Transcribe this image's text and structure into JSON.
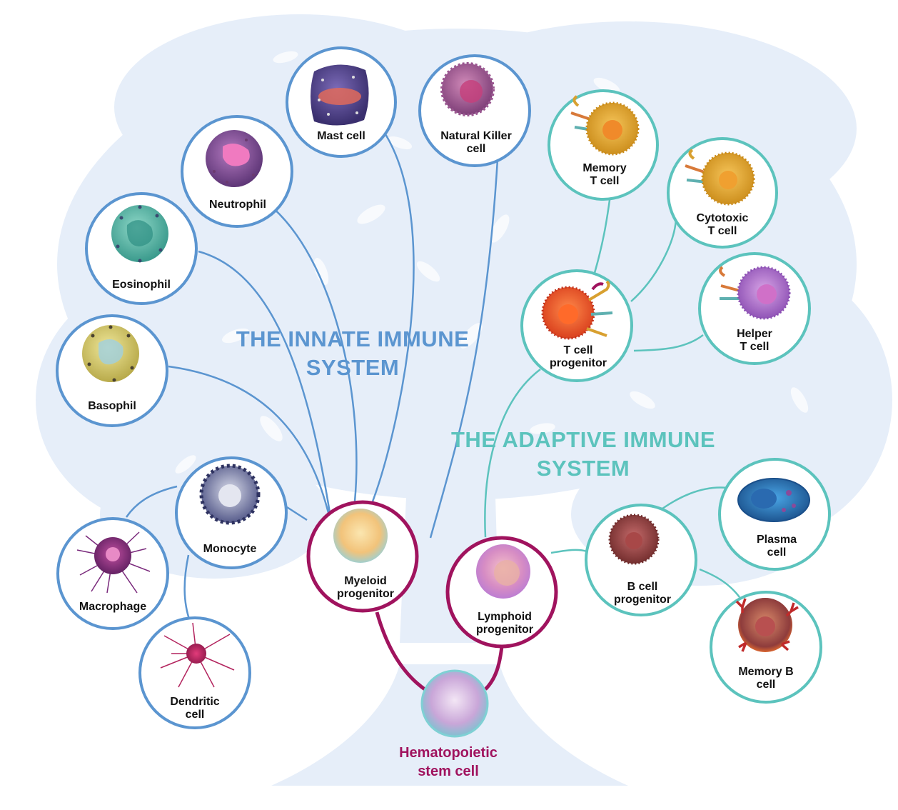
{
  "colors": {
    "innate": "#5b95d0",
    "adaptive": "#5cc3bd",
    "progenitor": "#a0135e",
    "tree": "#e6eef9"
  },
  "innate_title": "THE INNATE IMMUNE\nSYSTEM",
  "adaptive_title": "THE ADAPTIVE IMMUNE\nSYSTEM",
  "stem_cell": {
    "label": "Hematopoietic\nstem cell"
  },
  "cells": {
    "mast": {
      "label": "Mast cell",
      "icon": "mast-cell-icon"
    },
    "nk": {
      "label": "Natural Killer\ncell",
      "icon": "nk-cell-icon"
    },
    "neutrophil": {
      "label": "Neutrophil",
      "icon": "neutrophil-icon"
    },
    "eosinophil": {
      "label": "Eosinophil",
      "icon": "eosinophil-icon"
    },
    "basophil": {
      "label": "Basophil",
      "icon": "basophil-icon"
    },
    "monocyte": {
      "label": "Monocyte",
      "icon": "monocyte-icon"
    },
    "macrophage": {
      "label": "Macrophage",
      "icon": "macrophage-icon"
    },
    "dendritic": {
      "label": "Dendritic\ncell",
      "icon": "dendritic-cell-icon"
    },
    "myeloid": {
      "label": "Myeloid\nprogenitor",
      "icon": "myeloid-progenitor-icon"
    },
    "lymphoid": {
      "label": "Lymphoid\nprogenitor",
      "icon": "lymphoid-progenitor-icon"
    },
    "memory_t": {
      "label": "Memory\nT cell",
      "icon": "memory-t-cell-icon"
    },
    "cytotoxic_t": {
      "label": "Cytotoxic\nT cell",
      "icon": "cytotoxic-t-cell-icon"
    },
    "t_prog": {
      "label": "T cell\nprogenitor",
      "icon": "t-cell-progenitor-icon"
    },
    "helper_t": {
      "label": "Helper\nT cell",
      "icon": "helper-t-cell-icon"
    },
    "plasma": {
      "label": "Plasma\ncell",
      "icon": "plasma-cell-icon"
    },
    "b_prog": {
      "label": "B cell\nprogenitor",
      "icon": "b-cell-progenitor-icon"
    },
    "memory_b": {
      "label": "Memory B\ncell",
      "icon": "memory-b-cell-icon"
    }
  }
}
